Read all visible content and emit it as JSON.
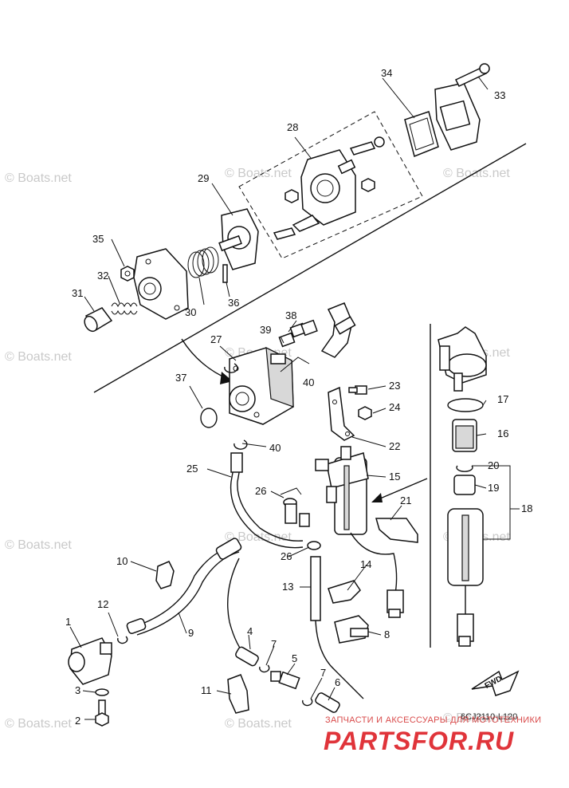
{
  "watermark_text": "© Boats.net",
  "callouts": [
    {
      "id": "c1",
      "label": "1"
    },
    {
      "id": "c2",
      "label": "2"
    },
    {
      "id": "c3",
      "label": "3"
    },
    {
      "id": "c4",
      "label": "4"
    },
    {
      "id": "c5",
      "label": "5"
    },
    {
      "id": "c6",
      "label": "6"
    },
    {
      "id": "c7a",
      "label": "7"
    },
    {
      "id": "c7b",
      "label": "7"
    },
    {
      "id": "c8",
      "label": "8"
    },
    {
      "id": "c9",
      "label": "9"
    },
    {
      "id": "c10",
      "label": "10"
    },
    {
      "id": "c11",
      "label": "11"
    },
    {
      "id": "c12",
      "label": "12"
    },
    {
      "id": "c13",
      "label": "13"
    },
    {
      "id": "c14",
      "label": "14"
    },
    {
      "id": "c15",
      "label": "15"
    },
    {
      "id": "c16",
      "label": "16"
    },
    {
      "id": "c17",
      "label": "17"
    },
    {
      "id": "c18",
      "label": "18"
    },
    {
      "id": "c19",
      "label": "19"
    },
    {
      "id": "c20",
      "label": "20"
    },
    {
      "id": "c21",
      "label": "21"
    },
    {
      "id": "c22",
      "label": "22"
    },
    {
      "id": "c23",
      "label": "23"
    },
    {
      "id": "c24",
      "label": "24"
    },
    {
      "id": "c25",
      "label": "25"
    },
    {
      "id": "c26a",
      "label": "26"
    },
    {
      "id": "c26b",
      "label": "26"
    },
    {
      "id": "c27",
      "label": "27"
    },
    {
      "id": "c28",
      "label": "28"
    },
    {
      "id": "c29",
      "label": "29"
    },
    {
      "id": "c30",
      "label": "30"
    },
    {
      "id": "c31",
      "label": "31"
    },
    {
      "id": "c32",
      "label": "32"
    },
    {
      "id": "c33",
      "label": "33"
    },
    {
      "id": "c34",
      "label": "34"
    },
    {
      "id": "c35",
      "label": "35"
    },
    {
      "id": "c36",
      "label": "36"
    },
    {
      "id": "c37",
      "label": "37"
    },
    {
      "id": "c38",
      "label": "38"
    },
    {
      "id": "c39",
      "label": "39"
    },
    {
      "id": "c40a",
      "label": "40"
    },
    {
      "id": "c40b",
      "label": "40"
    }
  ],
  "diagram_code": "6CJ2110-L120",
  "fwd_label": "FWD",
  "brand": {
    "subtitle": "ЗАПЧАСТИ И АКСЕССУАРЫ ДЛЯ МОТОТЕХНИКИ",
    "name": "PARTSFOR.RU",
    "color": "#e0343a"
  }
}
